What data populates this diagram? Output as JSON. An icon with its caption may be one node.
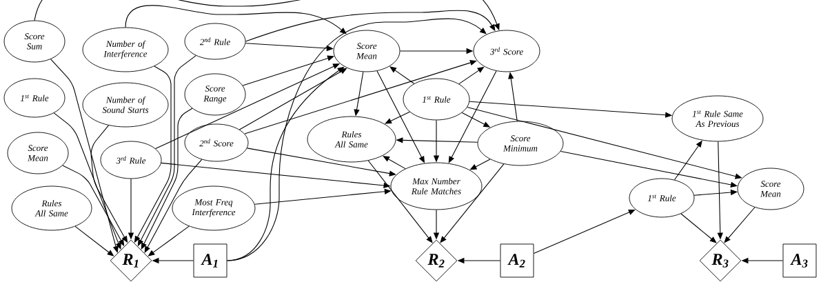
{
  "diagram": {
    "nodes": [
      {
        "text": [
          "Score Sum"
        ]
      },
      {
        "text": [
          "Number of Interference"
        ]
      },
      {
        "text": [
          "2$^{nd}$ Rule"
        ]
      },
      {
        "text": [
          "1$^{st}$ Rule"
        ]
      },
      {
        "text": [
          "Number of Sound Starts"
        ]
      },
      {
        "text": [
          "Score Range"
        ]
      },
      {
        "text": [
          "Score Mean"
        ]
      },
      {
        "text": [
          "3$^{rd}$ Rule"
        ]
      },
      {
        "text": [
          "2$^{nd}$ Score"
        ]
      },
      {
        "text": [
          "Rules All Same"
        ]
      },
      {
        "text": [
          "Most Freq Interference"
        ]
      },
      {
        "text": [
          "R$_{1}$"
        ]
      },
      {
        "text": [
          "A$_{1}$"
        ]
      },
      {
        "text": [
          "Score Mean"
        ]
      },
      {
        "text": [
          "3$^{rd}$ Score"
        ]
      },
      {
        "text": [
          "1$^{st}$ Rule"
        ]
      },
      {
        "text": [
          "Rules All Same"
        ]
      },
      {
        "text": [
          "Score Minimum"
        ]
      },
      {
        "text": [
          "Max Number Rule Matches"
        ]
      },
      {
        "text": [
          "R$_{2}$"
        ]
      },
      {
        "text": [
          "A$_{2}$"
        ]
      },
      {
        "text": [
          "1$^{st}$ Rule Same As Previous"
        ]
      },
      {
        "text": [
          "1$^{st}$ Rule"
        ]
      },
      {
        "text": [
          "Score Mean"
        ]
      },
      {
        "text": [
          "R$_{3}$"
        ]
      },
      {
        "text": [
          "A$_{3}$"
        ]
      }
    ],
    "edges": [
      {
        "from": 0,
        "to": 11,
        "arrow": "to"
      },
      {
        "from": 1,
        "to": 11,
        "arrow": "to"
      },
      {
        "from": 2,
        "to": 11,
        "arrow": "to"
      },
      {
        "from": 3,
        "to": 11,
        "arrow": "to"
      },
      {
        "from": 4,
        "to": 11,
        "arrow": "to"
      },
      {
        "from": 5,
        "to": 11,
        "arrow": "to"
      },
      {
        "from": 6,
        "to": 11,
        "arrow": "to"
      },
      {
        "from": 7,
        "to": 11,
        "arrow": "to"
      },
      {
        "from": 8,
        "to": 11,
        "arrow": "to"
      },
      {
        "from": 9,
        "to": 11,
        "arrow": "to"
      },
      {
        "from": 10,
        "to": 11,
        "arrow": "to"
      },
      {
        "from": 12,
        "to": 11,
        "arrow": "to"
      },
      {
        "from": 12,
        "to": 13,
        "arrow": "to"
      },
      {
        "from": 12,
        "to": 14,
        "arrow": "to"
      },
      {
        "from": 0,
        "to": 14,
        "arrow": "to"
      },
      {
        "from": 1,
        "to": 13,
        "arrow": "to"
      },
      {
        "from": 2,
        "to": 13,
        "arrow": "to"
      },
      {
        "from": 2,
        "to": 14,
        "arrow": "to"
      },
      {
        "from": 5,
        "to": 13,
        "arrow": "to"
      },
      {
        "from": 8,
        "to": 13,
        "arrow": "to"
      },
      {
        "from": 8,
        "to": 14,
        "arrow": "to"
      },
      {
        "from": 8,
        "to": 18,
        "arrow": "to"
      },
      {
        "from": 7,
        "to": 18,
        "arrow": "to"
      },
      {
        "from": 7,
        "to": 13,
        "arrow": "to"
      },
      {
        "from": 10,
        "to": 18,
        "arrow": "to"
      },
      {
        "from": 13,
        "to": 14,
        "arrow": "to"
      },
      {
        "from": 13,
        "to": 16,
        "arrow": "to"
      },
      {
        "from": 13,
        "to": 18,
        "arrow": "to"
      },
      {
        "from": 15,
        "to": 13,
        "arrow": "to"
      },
      {
        "from": 15,
        "to": 14,
        "arrow": "to"
      },
      {
        "from": 15,
        "to": 17,
        "arrow": "to"
      },
      {
        "from": 15,
        "to": 18,
        "arrow": "to"
      },
      {
        "from": 15,
        "to": 16,
        "arrow": "to"
      },
      {
        "from": 17,
        "to": 14,
        "arrow": "to"
      },
      {
        "from": 17,
        "to": 16,
        "arrow": "to"
      },
      {
        "from": 17,
        "to": 18,
        "arrow": "to"
      },
      {
        "from": 14,
        "to": 18,
        "arrow": "to"
      },
      {
        "from": 18,
        "to": 16,
        "arrow": "to"
      },
      {
        "from": 16,
        "to": 19,
        "arrow": "to"
      },
      {
        "from": 18,
        "to": 19,
        "arrow": "to"
      },
      {
        "from": 17,
        "to": 19,
        "arrow": "to"
      },
      {
        "from": 20,
        "to": 19,
        "arrow": "to"
      },
      {
        "from": 20,
        "to": 22,
        "arrow": "to"
      },
      {
        "from": 15,
        "to": 21,
        "arrow": "to"
      },
      {
        "from": 15,
        "to": 23,
        "arrow": "to"
      },
      {
        "from": 17,
        "to": 23,
        "arrow": "to"
      },
      {
        "from": 22,
        "to": 21,
        "arrow": "to"
      },
      {
        "from": 22,
        "to": 23,
        "arrow": "to"
      },
      {
        "from": 22,
        "to": 24,
        "arrow": "to"
      },
      {
        "from": 21,
        "to": 24,
        "arrow": "to"
      },
      {
        "from": 23,
        "to": 24,
        "arrow": "to"
      },
      {
        "from": 25,
        "to": 24,
        "arrow": "to"
      }
    ]
  }
}
